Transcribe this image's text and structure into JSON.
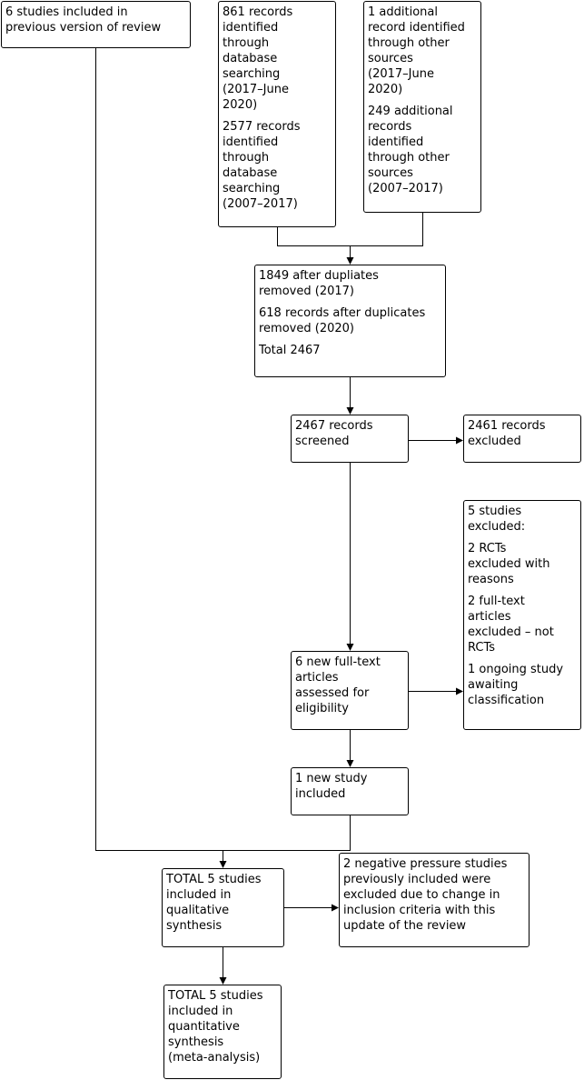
{
  "flow": {
    "prev_review": [
      "6 studies included in\nprevious version of review"
    ],
    "database": [
      "861 records\nidentified\nthrough\ndatabase\nsearching\n(2017–June\n2020)",
      "2577 records\nidentified\nthrough\ndatabase\nsearching\n(2007–2017)"
    ],
    "other_sources": [
      "1 additional\nrecord identified\nthrough other\nsources\n(2017–June\n2020)",
      "249 additional\nrecords\nidentified\nthrough other\nsources\n(2007–2017)"
    ],
    "after_duplicates": [
      "1849 after dupliates\nremoved (2017)",
      "618 records after duplicates\nremoved (2020)",
      "Total 2467"
    ],
    "screened": [
      "2467 records\nscreened"
    ],
    "excluded_records": [
      "2461 records\nexcluded"
    ],
    "studies_excluded": [
      "5 studies\nexcluded:",
      "2 RCTs\nexcluded with\nreasons",
      "2 full-text\narticles\nexcluded – not\nRCTs",
      "1 ongoing study\nawaiting\nclassification"
    ],
    "full_text": [
      "6 new full-text\narticles\nassessed for\neligibility"
    ],
    "new_study": [
      "1 new study\nincluded"
    ],
    "qualitative": [
      "TOTAL 5 studies\nincluded in\nqualitative\nsynthesis"
    ],
    "negative_pressure": [
      "2 negative pressure studies\npreviously included were\nexcluded due to change in\ninclusion criteria with this\nupdate of the review"
    ],
    "quantitative": [
      "TOTAL 5 studies\nincluded in\nquantitative\nsynthesis\n(meta-analysis)"
    ]
  }
}
